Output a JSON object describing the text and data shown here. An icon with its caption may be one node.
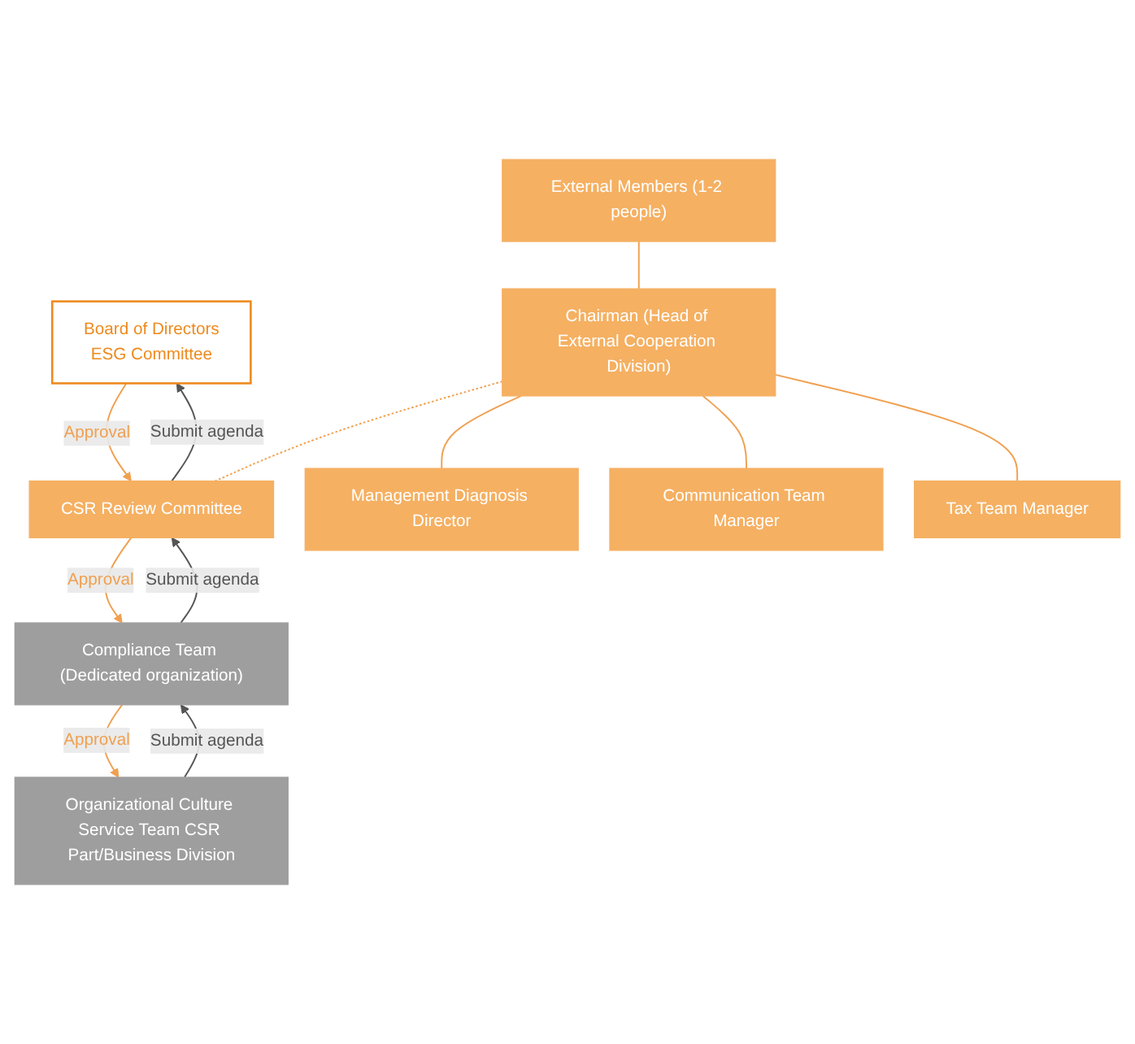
{
  "diagram": {
    "nodes": [
      {
        "text": [
          "Board of Directors",
          "ESG Committee"
        ]
      },
      {
        "text": [
          "External Members (1-2 people)"
        ]
      },
      {
        "text": [
          "Chairman (Head of External Cooperation Division)"
        ]
      },
      {
        "text": [
          "CSR Review Committee"
        ]
      },
      {
        "text": [
          "Management Diagnosis Director"
        ]
      },
      {
        "text": [
          "Communication Team Manager"
        ]
      },
      {
        "text": [
          "Tax Team Manager"
        ]
      },
      {
        "text": [
          "Compliance Team (Dedicated organization)"
        ]
      },
      {
        "text": [
          "Organizational Culture Service Team CSR Part/Business Division"
        ]
      }
    ],
    "edges": [
      {
        "from": 3,
        "to": 0,
        "arrow": "to",
        "label": "Submit agenda",
        "color": "#555555"
      },
      {
        "from": 0,
        "to": 3,
        "arrow": "to",
        "label": "Approval"
      },
      {
        "from": 1,
        "to": 2,
        "arrow": "none"
      },
      {
        "from": 2,
        "to": 3,
        "arrow": "none",
        "style": "dashed"
      },
      {
        "from": 2,
        "to": 4,
        "arrow": "none"
      },
      {
        "from": 2,
        "to": 5,
        "arrow": "none"
      },
      {
        "from": 2,
        "to": 6,
        "arrow": "none"
      },
      {
        "from": 7,
        "to": 3,
        "arrow": "to",
        "label": "Submit agenda",
        "color": "#555555"
      },
      {
        "from": 3,
        "to": 7,
        "arrow": "to",
        "label": "Approval"
      },
      {
        "from": 7,
        "to": 8,
        "arrow": "to",
        "label": "Approval"
      },
      {
        "from": 8,
        "to": 7,
        "arrow": "to",
        "label": "Submit agenda",
        "color": "#555555"
      }
    ]
  }
}
